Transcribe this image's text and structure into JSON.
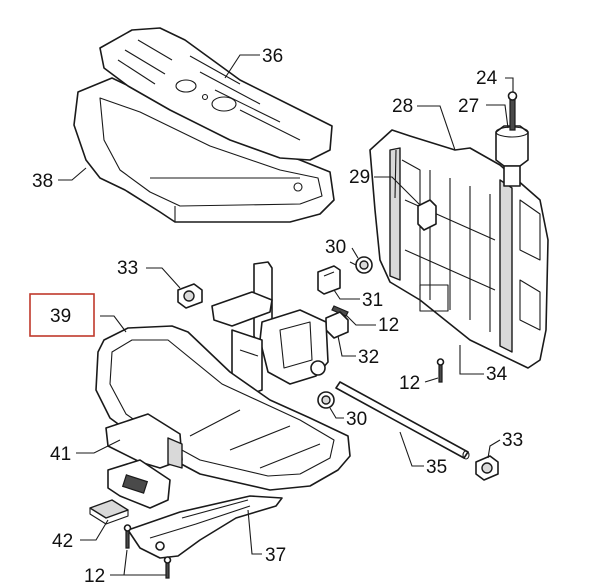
{
  "diagram": {
    "highlight_color": "#c0392b",
    "line_color": "#1a1a1a",
    "labels": {
      "p36": "36",
      "p38": "38",
      "p24": "24",
      "p27": "27",
      "p28": "28",
      "p29": "29",
      "p30a": "30",
      "p33a": "33",
      "p31": "31",
      "p12a": "12",
      "p39": "39",
      "p32": "32",
      "p34": "34",
      "p12b": "12",
      "p30b": "30",
      "p33b": "33",
      "p41": "41",
      "p35": "35",
      "p42": "42",
      "p37": "37",
      "p12c": "12"
    }
  }
}
